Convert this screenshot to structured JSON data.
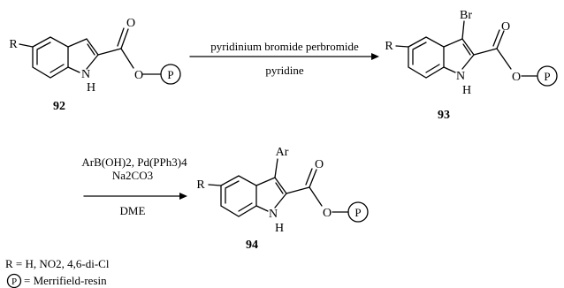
{
  "compounds": {
    "c92": {
      "number": "92",
      "substituent": "R",
      "nitrogen": "N",
      "hydrogen": "H",
      "oxygen_carbonyl": "O",
      "oxygen_ester": "O",
      "resin": "P"
    },
    "c93": {
      "number": "93",
      "substituent": "R",
      "nitrogen": "N",
      "hydrogen": "H",
      "oxygen_carbonyl": "O",
      "oxygen_ester": "O",
      "resin": "P",
      "bromo": "Br"
    },
    "c94": {
      "number": "94",
      "substituent": "R",
      "nitrogen": "N",
      "hydrogen": "H",
      "oxygen_carbonyl": "O",
      "oxygen_ester": "O",
      "resin": "P",
      "aryl": "Ar"
    }
  },
  "step1": {
    "reagent_above": "pyridinium bromide perbromide",
    "reagent_below": "pyridine"
  },
  "step2": {
    "reagent_line1": "ArB(OH)2, Pd(PPh3)4",
    "reagent_line2": "Na2CO3",
    "reagent_below": "DME"
  },
  "legend": {
    "r_def": "R = H, NO2, 4,6-di-Cl",
    "p_symbol": "P",
    "p_def": "= Merrifield-resin"
  }
}
